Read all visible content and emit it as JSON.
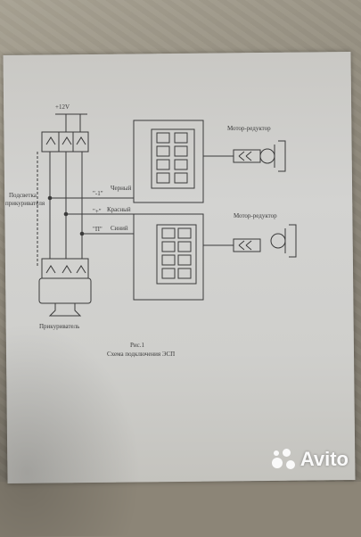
{
  "photo": {
    "supply_label": "+12V",
    "left_label_1": "Подсветка",
    "left_label_2": "прикуривателя",
    "wire_black": "Черный",
    "wire_black_tag": "\"-1\"",
    "wire_red": "Красный",
    "wire_red_tag": "\"+\"",
    "wire_blue": "Синий",
    "wire_blue_tag": "\"П\"",
    "motor_top": "Мотор-редуктор",
    "motor_bottom": "Мотор-редуктор",
    "lighter_label": "Прикуриватель",
    "figure_number": "Рис.1",
    "figure_caption": "Схема подключения ЭСП"
  },
  "watermark": {
    "logo_text": "Avito",
    "logo_icon": "avito-dots-icon"
  }
}
